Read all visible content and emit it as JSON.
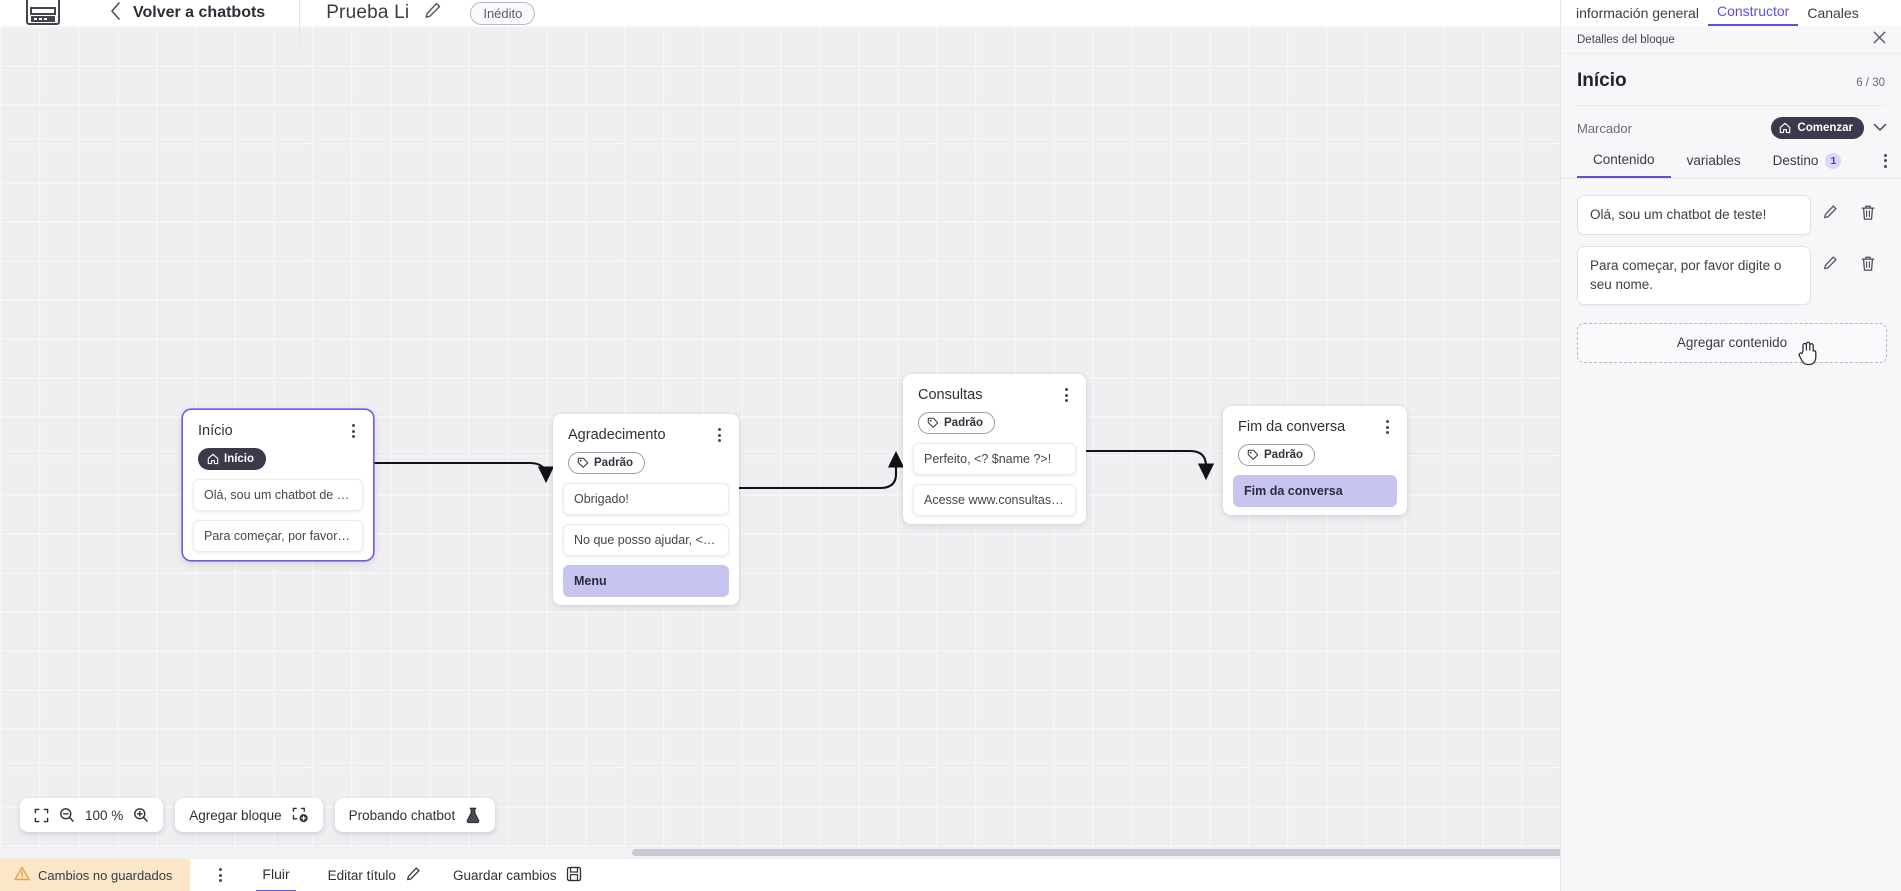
{
  "topbar": {
    "logo_icon": "app-logo-icon",
    "back_chevron_icon": "chevron-left-icon",
    "back_label": "Volver a chatbots",
    "doc_title": "Prueba Li",
    "edit_title_icon": "pencil-icon",
    "status_badge": "Inédito"
  },
  "canvas": {
    "nodes": [
      {
        "id": "inicio",
        "title": "Início",
        "tag": "Início",
        "tag_type": "start",
        "tag_icon": "home-icon",
        "menu_icon": "kebab-menu-icon",
        "selected": true,
        "messages": [
          {
            "text": "Olá, sou um chatbot de teste!",
            "highlight": false
          },
          {
            "text": "Para começar, por favor digite o ...",
            "highlight": false
          }
        ]
      },
      {
        "id": "agradecimento",
        "title": "Agradecimento",
        "tag": "Padrão",
        "tag_type": "default",
        "tag_icon": "tag-icon",
        "menu_icon": "kebab-menu-icon",
        "selected": false,
        "messages": [
          {
            "text": "Obrigado!",
            "highlight": false
          },
          {
            "text": "No que posso ajudar, <? $name ...",
            "highlight": false
          },
          {
            "text": "Menu",
            "highlight": true
          }
        ]
      },
      {
        "id": "consultas",
        "title": "Consultas",
        "tag": "Padrão",
        "tag_type": "default",
        "tag_icon": "tag-icon",
        "menu_icon": "kebab-menu-icon",
        "selected": false,
        "messages": [
          {
            "text": "Perfeito, <? $name ?>!",
            "highlight": false
          },
          {
            "text": "Acesse www.consultas.com par...",
            "highlight": false
          }
        ]
      },
      {
        "id": "fim",
        "title": "Fim da conversa",
        "tag": "Padrão",
        "tag_type": "default",
        "tag_icon": "tag-icon",
        "menu_icon": "kebab-menu-icon",
        "selected": false,
        "messages": [
          {
            "text": "Fim da conversa",
            "highlight": true
          }
        ]
      }
    ],
    "toolbar": {
      "fit_icon": "fit-screen-icon",
      "zoom_out_icon": "zoom-out-icon",
      "zoom_level": "100 %",
      "zoom_in_icon": "zoom-in-icon",
      "add_block_label": "Agregar bloque",
      "add_block_icon": "add-block-icon",
      "test_chatbot_label": "Probando chatbot",
      "test_chatbot_icon": "flask-icon"
    }
  },
  "statusbar": {
    "warning_icon": "warning-triangle-icon",
    "unsaved_label": "Cambios no guardados",
    "kebab_icon": "kebab-menu-icon",
    "flow_tab": "Fluir",
    "edit_title_label": "Editar título",
    "edit_title_icon": "pencil-icon",
    "save_label": "Guardar cambios",
    "save_icon": "save-disk-icon"
  },
  "right_panel": {
    "tabs": [
      {
        "label": "información general",
        "active": false
      },
      {
        "label": "Constructor",
        "active": true
      },
      {
        "label": "Canales",
        "active": false
      }
    ],
    "header_label": "Detalles del bloque",
    "close_icon": "close-icon",
    "block_title": "Início",
    "char_count": "6 / 30",
    "marker_label": "Marcador",
    "marker_chip": "Comenzar",
    "marker_chip_icon": "home-icon",
    "marker_chevron_icon": "chevron-down-icon",
    "subtabs": [
      {
        "label": "Contenido",
        "active": true,
        "badge": null
      },
      {
        "label": "variables",
        "active": false,
        "badge": null
      },
      {
        "label": "Destino",
        "active": false,
        "badge": "1"
      }
    ],
    "subtabs_kebab_icon": "kebab-menu-icon",
    "content_rows": [
      {
        "text": "Olá, sou um chatbot de teste!",
        "edit_icon": "pencil-icon",
        "delete_icon": "trash-icon"
      },
      {
        "text": "Para começar, por favor digite o seu nome.",
        "edit_icon": "pencil-icon",
        "delete_icon": "trash-icon"
      }
    ],
    "add_content_label": "Agregar contenido",
    "cursor_icon": "pointer-hand-cursor"
  },
  "colors": {
    "accent": "#5a52d5",
    "node_selected": "#6c5ce7",
    "highlight_msg": "#c5c5ef",
    "chip_dark": "#3a3a4c",
    "unsaved_bg": "#fbe6c8"
  }
}
